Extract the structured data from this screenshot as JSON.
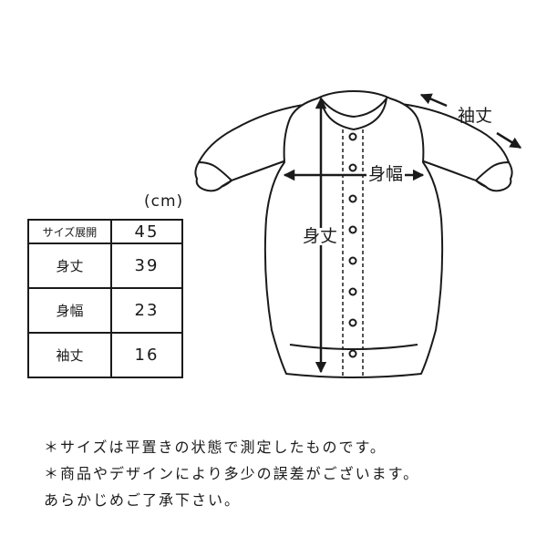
{
  "table": {
    "unit": "(cm)",
    "header": {
      "label": "サイズ展開",
      "value": "45"
    },
    "rows": [
      {
        "label": "身丈",
        "value": "39"
      },
      {
        "label": "身幅",
        "value": "23"
      },
      {
        "label": "袖丈",
        "value": "16"
      }
    ]
  },
  "diagram": {
    "sleeve_label": "袖丈",
    "width_label": "身幅",
    "length_label": "身丈"
  },
  "notes": [
    "＊サイズは平置きの状態で測定したものです。",
    "＊商品やデザインにより多少の誤差がございます。",
    "あらかじめご了承下さい。"
  ]
}
